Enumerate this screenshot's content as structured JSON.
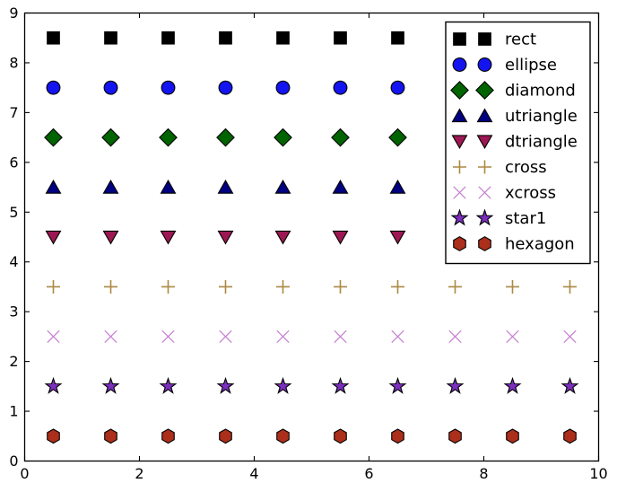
{
  "figure": {
    "background": "#ffffff",
    "axis_color": "#000000",
    "text_color": "#000000"
  },
  "chart_data": {
    "type": "scatter",
    "title": "",
    "xlabel": "",
    "ylabel": "",
    "xlim": [
      0,
      10
    ],
    "ylim": [
      0,
      9
    ],
    "xticks": [
      0,
      2,
      4,
      6,
      8,
      10
    ],
    "xtick_labels": [
      "0",
      "2",
      "4",
      "6",
      "8",
      "10"
    ],
    "yticks": [
      0,
      1,
      2,
      3,
      4,
      5,
      6,
      7,
      8,
      9
    ],
    "ytick_labels": [
      "0",
      "1",
      "2",
      "3",
      "4",
      "5",
      "6",
      "7",
      "8",
      "9"
    ],
    "grid": false,
    "x": [
      0.5,
      1.5,
      2.5,
      3.5,
      4.5,
      5.5,
      6.5,
      7.5,
      8.5,
      9.5
    ],
    "marker_edge_color": "#000000",
    "series": [
      {
        "name": "rect",
        "marker": "rect",
        "color": "#000000",
        "y": 8.5
      },
      {
        "name": "ellipse",
        "marker": "ellipse",
        "color": "#1414f0",
        "y": 7.5
      },
      {
        "name": "diamond",
        "marker": "diamond",
        "color": "#006400",
        "y": 6.5
      },
      {
        "name": "utriangle",
        "marker": "utriangle",
        "color": "#000080",
        "y": 5.5
      },
      {
        "name": "dtriangle",
        "marker": "dtriangle",
        "color": "#9d1853",
        "y": 4.5
      },
      {
        "name": "cross",
        "marker": "cross",
        "color": "#ab8943",
        "y": 3.5
      },
      {
        "name": "xcross",
        "marker": "xcross",
        "color": "#c77fd2",
        "y": 2.5
      },
      {
        "name": "star1",
        "marker": "star1",
        "color": "#7b2fbe",
        "y": 1.5
      },
      {
        "name": "hexagon",
        "marker": "hexagon",
        "color": "#ab2f1a",
        "y": 0.5
      }
    ],
    "legend": {
      "position": "upper right",
      "markers_per_entry": 2,
      "border_color": "#000000",
      "background": "#ffffff",
      "entries": [
        "rect",
        "ellipse",
        "diamond",
        "utriangle",
        "dtriangle",
        "cross",
        "xcross",
        "star1",
        "hexagon"
      ]
    }
  }
}
